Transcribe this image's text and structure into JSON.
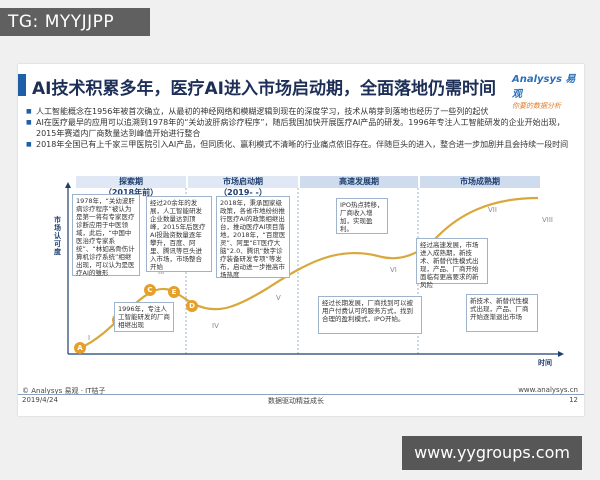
{
  "overlay": {
    "tg_label": "TG: MYYJJPP",
    "watermark": "www.yygroups.com"
  },
  "slide": {
    "title": "AI技术积累多年，医疗AI进入市场启动期，全面落地仍需时间",
    "logo_main": "Analysys 易观",
    "logo_sub": "你要的数据分析",
    "bullets": [
      "人工智能概念在1956年被首次确立，从最初的神经网络和模糊逻辑到现在的深度学习，技术从萌芽到落地也经历了一些列的起伏",
      "AI在医疗最早的应用可以追溯到1978年的“关幼波肝病诊疗程序”，随后我国加快开展医疗AI产品的研发。1996年专注人工智能研发的企业开始出现，2015年赛道内厂商数量达到峰值开始进行整合",
      "2018年全国已有上千家三甲医院引入AI产品，但同质化、赢利模式不清晰的行业痛点依旧存在。伴随巨头的进入，整合进一步加剧并且会持续一段时间"
    ],
    "footer": {
      "copyright": "© Analysys 易观 · IT桔子",
      "date": "2019/4/24",
      "center": "数据驱动精益成长",
      "website": "www.analysys.cn",
      "page_number": "12"
    }
  },
  "chart_data": {
    "type": "diagram",
    "yaxis_label": "市场认可度",
    "xaxis_label": "时间",
    "phases": [
      {
        "name": "探索期",
        "period": "（2018年前）"
      },
      {
        "name": "市场启动期",
        "period": "（2019- -）"
      },
      {
        "name": "高速发展期",
        "period": ""
      },
      {
        "name": "市场成熟期",
        "period": ""
      }
    ],
    "stage_numerals": [
      "I",
      "II",
      "III",
      "IV",
      "V",
      "VI",
      "VII",
      "VIII"
    ],
    "curve_points": [
      "A",
      "B",
      "C",
      "D",
      "E"
    ],
    "boxes": [
      {
        "key": "b1978",
        "text": "1978年，“关幼波肝病诊疗程序”被认为是第一将有专家医疗诊断应用于中医领域，此后，“中国中医治疗专家系统”、“林如高骨伤计算机诊疗系统”相继出现，可以认为是医疗AI的雏形"
      },
      {
        "key": "b20",
        "text": "经过20余年的发展，人工智能研发企业数量达到顶峰，2015年后医疗AI投融资数量逐年攀升，百度、阿里、腾讯等巨头进入市场，市场整合开始"
      },
      {
        "key": "b1996",
        "text": "1996年，专注人工智能研发的厂商相继出现"
      },
      {
        "key": "b2018",
        "text": "2018年，秉承国家级政策，各省市地纷纷推行医疗AI的政策相继出台，推动医疗AI项目落地，2018年，“百度医灵”、阿里“ET医疗大脑”2.0、腾讯“数字诊疗装备研发专项”等发布，启动进一步推高市场热度"
      },
      {
        "key": "bipo",
        "text": "IPO热点转移，厂商收入增加，实现盈利。"
      },
      {
        "key": "bgrow",
        "text": "经过高速发展，市场进入成熟期，新技术、新替代性模式出现，产品、厂商开始面临有更高要求的新风险"
      },
      {
        "key": "bbiz",
        "text": "经过长期发展，厂商找到可以被用户付费认可的服务方式，找到合理的盈利模式，IPO开始。"
      },
      {
        "key": "bnew",
        "text": "新技术、新替代性模式出现，产品、厂商开始逐渐退出市场"
      }
    ]
  }
}
